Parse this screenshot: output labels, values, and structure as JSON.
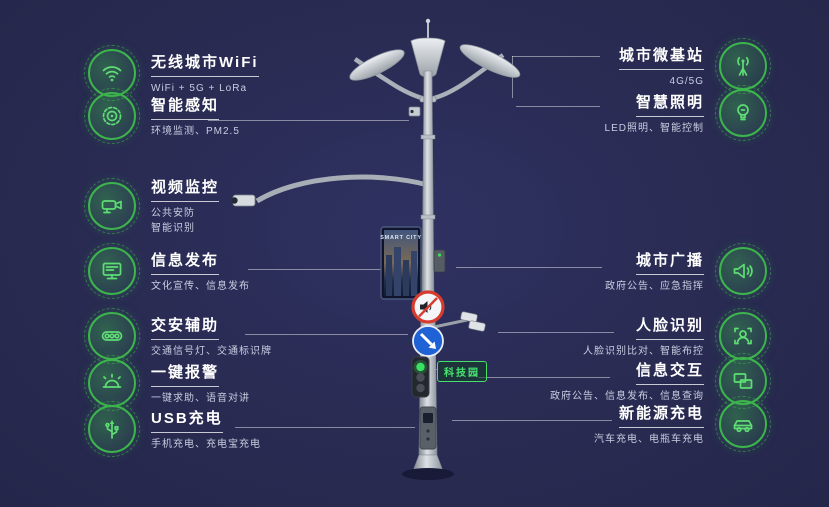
{
  "meta": {
    "background": "#292b52",
    "accent_green": "#3cb54c"
  },
  "pole": {
    "screen_title": "SMART CITY",
    "tag_label": "科技园"
  },
  "left_items": [
    {
      "icon": "wifi-icon",
      "title": "无线城市WiFi",
      "desc": "WiFi + 5G + LoRa"
    },
    {
      "icon": "sensor-icon",
      "title": "智能感知",
      "desc": "环境监测、PM2.5"
    },
    {
      "icon": "cctv-icon",
      "title": "视频监控",
      "desc": "公共安防\n智能识别"
    },
    {
      "icon": "display-icon",
      "title": "信息发布",
      "desc": "文化宣传、信息发布"
    },
    {
      "icon": "traffic-light-icon",
      "title": "交安辅助",
      "desc": "交通信号灯、交通标识牌"
    },
    {
      "icon": "alarm-icon",
      "title": "一键报警",
      "desc": "一键求助、语音对讲"
    },
    {
      "icon": "usb-icon",
      "title": "USB充电",
      "desc": "手机充电、充电宝充电"
    }
  ],
  "right_items": [
    {
      "icon": "antenna-icon",
      "title": "城市微基站",
      "desc": "4G/5G"
    },
    {
      "icon": "bulb-icon",
      "title": "智慧照明",
      "desc": "LED照明、智能控制"
    },
    {
      "icon": "speaker-icon",
      "title": "城市广播",
      "desc": "政府公告、应急指挥"
    },
    {
      "icon": "face-recognition-icon",
      "title": "人脸识别",
      "desc": "人脸识别比对、智能布控"
    },
    {
      "icon": "info-screens-icon",
      "title": "信息交互",
      "desc": "政府公告、信息发布、信息查询"
    },
    {
      "icon": "ev-car-icon",
      "title": "新能源充电",
      "desc": "汽车充电、电瓶车充电"
    }
  ]
}
